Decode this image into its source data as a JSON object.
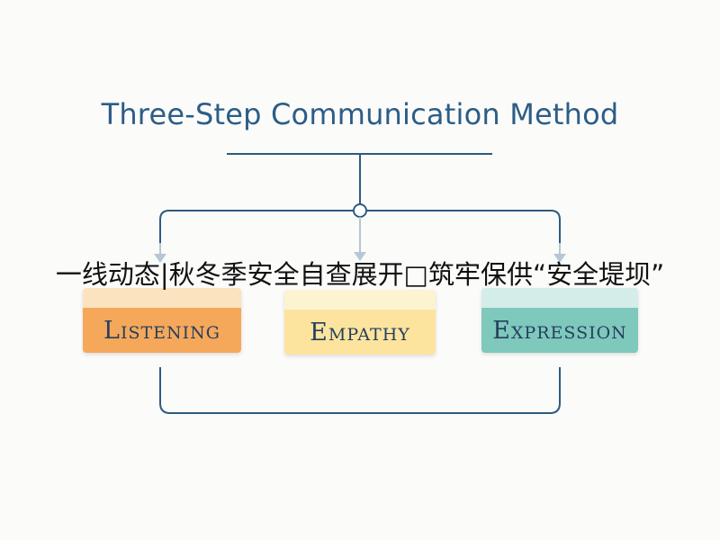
{
  "diagram": {
    "title": "Three-Step Communication Method",
    "steps": [
      {
        "label": "Listening"
      },
      {
        "label": "Empathy"
      },
      {
        "label": "Expression"
      }
    ]
  },
  "overlay": {
    "text": "一线动态|秋冬季安全自查展开□筑牢保供“安全堤坝”"
  },
  "colors": {
    "title": "#2c5d86",
    "connector": "#2e5b80",
    "arrow": "#b5c7d4",
    "listening": "#f6a85a",
    "empathy": "#fde49e",
    "expression": "#7ec8bc"
  }
}
